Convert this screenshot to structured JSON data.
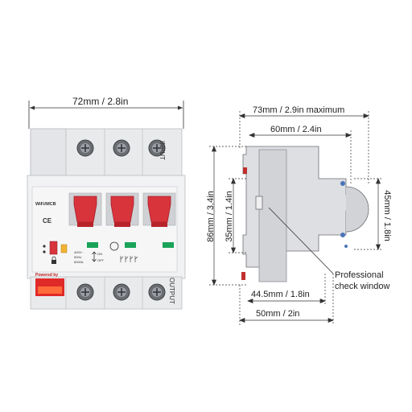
{
  "left_view": {
    "width_dim": "72mm / 2.8in",
    "input_label": "INPUT",
    "output_label": "OUTPUT",
    "model_label": "WiFi/MCB",
    "powered_by": "Powered by",
    "ce_mark": "CE",
    "ratings": [
      "400V~",
      "50Hz",
      "6000A"
    ],
    "on_label": "ON",
    "off_label": "OFF",
    "handle_color": "#d8343c",
    "window_color": "#1aa35a"
  },
  "right_view": {
    "overall_width": "73mm / 2.9in maximum",
    "width_60": "60mm / 2.4in",
    "height_86": "86mm / 3.4in",
    "height_35": "35mm / 1.4in",
    "height_45": "45mm / 1.8in",
    "depth_44": "44.5mm / 1.8in",
    "depth_50": "50mm / 2in",
    "callout_line1": "Professional",
    "callout_line2": "check window"
  }
}
